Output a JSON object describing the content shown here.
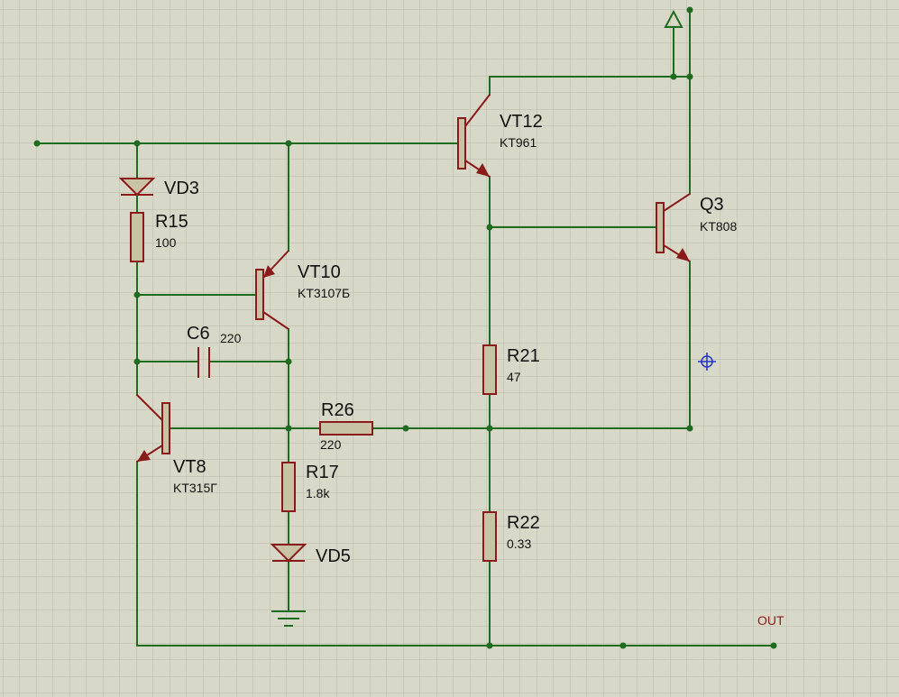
{
  "components": [
    {
      "ref": "VT12",
      "value": "KT961"
    },
    {
      "ref": "Q3",
      "value": "KT808"
    },
    {
      "ref": "VD3",
      "value": ""
    },
    {
      "ref": "R15",
      "value": "100"
    },
    {
      "ref": "VT10",
      "value": "KT3107Б"
    },
    {
      "ref": "C6",
      "value": "220"
    },
    {
      "ref": "R21",
      "value": "47"
    },
    {
      "ref": "R26",
      "value": "220"
    },
    {
      "ref": "VT8",
      "value": "KT315Г"
    },
    {
      "ref": "R17",
      "value": "1.8k"
    },
    {
      "ref": "VD5",
      "value": ""
    },
    {
      "ref": "R22",
      "value": "0.33"
    }
  ],
  "net_labels": {
    "out": "OUT"
  },
  "colors": {
    "background": "#d8d8c8",
    "grid": "#b9b9aa",
    "wire": "#1f6b1f",
    "component": "#8b1a1a",
    "cursor": "#2233cc"
  }
}
